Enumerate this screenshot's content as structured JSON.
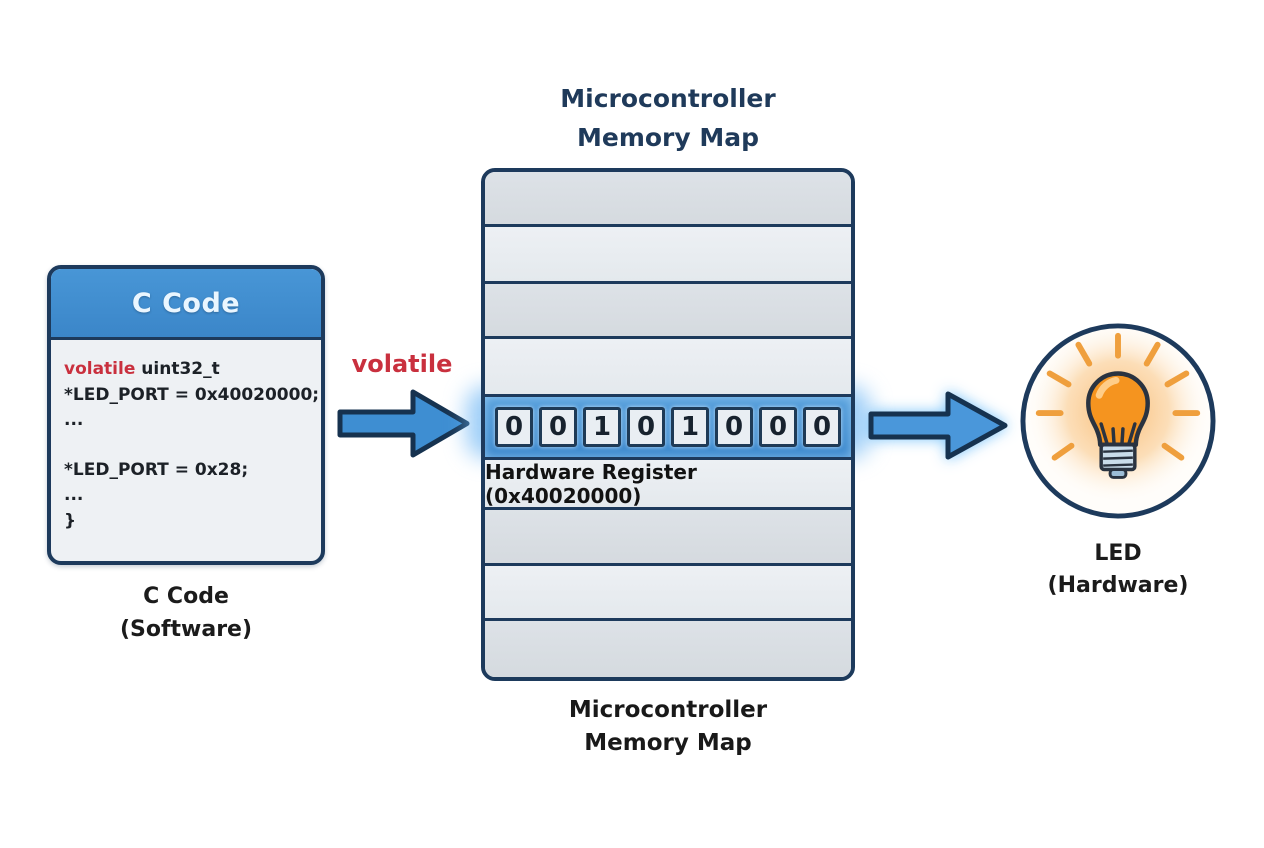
{
  "memory_map": {
    "title_line1": "Microcontroller",
    "title_line2": "Memory Map",
    "caption_line1": "Microcontroller",
    "caption_line2": "Memory Map",
    "register": {
      "bits": [
        "0",
        "0",
        "1",
        "0",
        "1",
        "0",
        "0",
        "0"
      ],
      "label": "Hardware Register (0x40020000)"
    }
  },
  "c_code": {
    "header": "C Code",
    "keyword": "volatile",
    "decl_rest": "uint32_t",
    "line_assign_addr": "*LED_PORT = 0x40020000;",
    "ellipsis1": "...",
    "line_assign_val": "*LED_PORT = 0x28;",
    "ellipsis2": "...",
    "close_brace": "}",
    "caption_line1": "C Code",
    "caption_line2": "(Software)"
  },
  "arrow1_label": "volatile",
  "led": {
    "caption_line1": "LED",
    "caption_line2": "(Hardware)"
  },
  "colors": {
    "navy_border": "#1d3a5c",
    "blue_fill": "#3e8ed2",
    "header_blue": "#3b86c9",
    "keyword_red": "#c9303e",
    "bulb_orange": "#f5941f",
    "ray_orange": "#ef9f3d",
    "row_gray": "#d9dee3",
    "row_light": "#e9edf1",
    "code_bg": "#eef1f4"
  }
}
